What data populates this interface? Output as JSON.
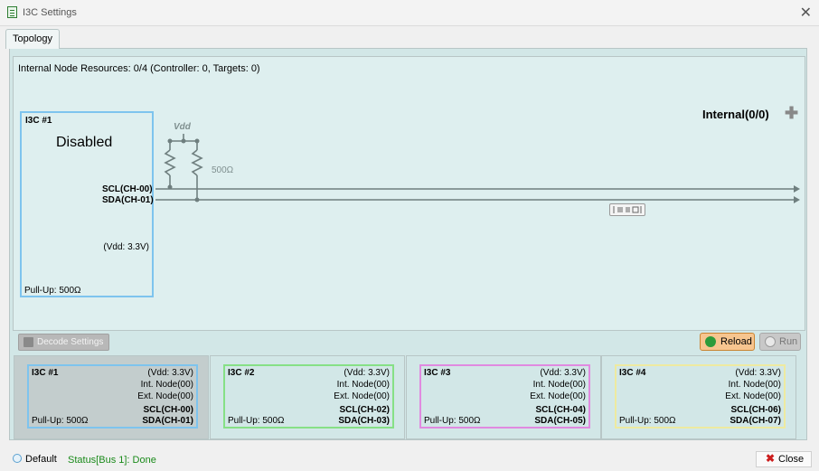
{
  "window": {
    "title": "I3C Settings",
    "close_glyph": "✕",
    "icon": "document-list-icon"
  },
  "tabs": [
    {
      "label": "Topology",
      "active": true
    }
  ],
  "topology": {
    "resources": "Internal Node Resources: 0/4 (Controller: 0, Targets: 0)",
    "selected_node": {
      "title": "I3C #1",
      "status": "Disabled",
      "vdd": "(Vdd: 3.3V)",
      "pullup": "Pull-Up: 500Ω"
    },
    "pullup_label": "Vdd",
    "resistor_label": "500Ω",
    "scl_label": "SCL(CH-00)",
    "sda_label": "SDA(CH-01)",
    "internal_label": "Internal(0/0)",
    "add_glyph": "✚",
    "decode_label": "Decode Settings",
    "reload_label": "Reload",
    "run_label": "Run"
  },
  "nodes": [
    {
      "title": "I3C #1",
      "vdd": "(Vdd: 3.3V)",
      "int_node": "Int. Node(00)",
      "ext_node": "Ext. Node(00)",
      "scl": "SCL(CH-00)",
      "sda": "SDA(CH-01)",
      "pullup": "Pull-Up: 500Ω",
      "border_color": "#7ec4ee",
      "selected": true
    },
    {
      "title": "I3C #2",
      "vdd": "(Vdd: 3.3V)",
      "int_node": "Int. Node(00)",
      "ext_node": "Ext. Node(00)",
      "scl": "SCL(CH-02)",
      "sda": "SDA(CH-03)",
      "pullup": "Pull-Up: 500Ω",
      "border_color": "#86e086",
      "selected": false
    },
    {
      "title": "I3C #3",
      "vdd": "(Vdd: 3.3V)",
      "int_node": "Int. Node(00)",
      "ext_node": "Ext. Node(00)",
      "scl": "SCL(CH-04)",
      "sda": "SDA(CH-05)",
      "pullup": "Pull-Up: 500Ω",
      "border_color": "#e08ae0",
      "selected": false
    },
    {
      "title": "I3C #4",
      "vdd": "(Vdd: 3.3V)",
      "int_node": "Int. Node(00)",
      "ext_node": "Ext. Node(00)",
      "scl": "SCL(CH-06)",
      "sda": "SDA(CH-07)",
      "pullup": "Pull-Up: 500Ω",
      "border_color": "#eeeaa0",
      "selected": false
    }
  ],
  "footer": {
    "default_label": "Default",
    "status": "Status[Bus 1]: Done",
    "close_label": "Close"
  },
  "colors": {
    "status_ok": "#1a8a1a",
    "reload_bg": "#f7c58f",
    "bus_line": "#6f7f7f"
  }
}
